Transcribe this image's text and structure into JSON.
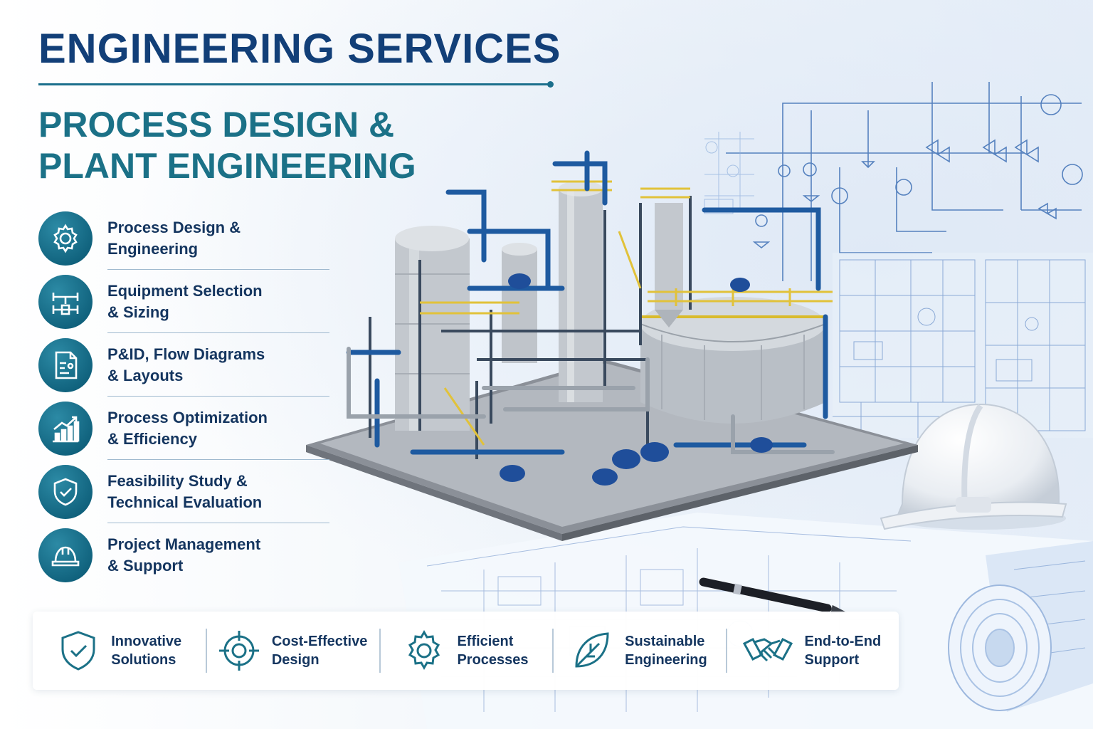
{
  "header": {
    "title": "ENGINEERING SERVICES",
    "subtitle_line1": "PROCESS DESIGN &",
    "subtitle_line2": "PLANT ENGINEERING"
  },
  "services": [
    {
      "icon": "gear-icon",
      "line1": "Process Design &",
      "line2": "Engineering"
    },
    {
      "icon": "pipe-valve-icon",
      "line1": "Equipment Selection",
      "line2": "& Sizing"
    },
    {
      "icon": "document-diagram-icon",
      "line1": "P&ID, Flow Diagrams",
      "line2": "& Layouts"
    },
    {
      "icon": "growth-chart-icon",
      "line1": "Process Optimization",
      "line2": "& Efficiency"
    },
    {
      "icon": "shield-check-icon",
      "line1": "Feasibility Study &",
      "line2": "Technical Evaluation"
    },
    {
      "icon": "hard-hat-icon",
      "line1": "Project Management",
      "line2": "& Support"
    }
  ],
  "features": [
    {
      "icon": "shield-check-icon",
      "line1": "Innovative",
      "line2": "Solutions"
    },
    {
      "icon": "target-icon",
      "line1": "Cost-Effective",
      "line2": "Design"
    },
    {
      "icon": "gear-icon",
      "line1": "Efficient",
      "line2": "Processes"
    },
    {
      "icon": "leaf-icon",
      "line1": "Sustainable",
      "line2": "Engineering"
    },
    {
      "icon": "handshake-icon",
      "line1": "End-to-End",
      "line2": "Support"
    }
  ],
  "colors": {
    "title": "#123f78",
    "subtitle": "#1b7187",
    "icon_circle": "#0e5f7a",
    "label": "#14355f",
    "accent_yellow": "#e1c23a",
    "pipe_blue": "#1e5aa0"
  }
}
